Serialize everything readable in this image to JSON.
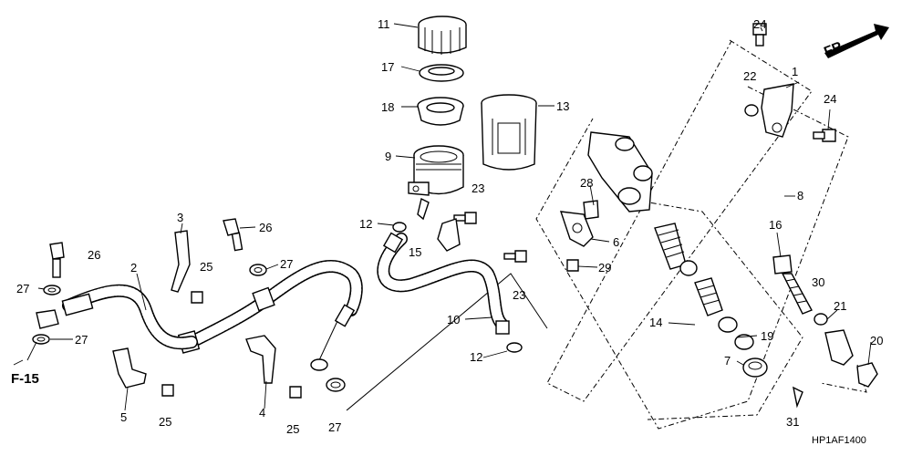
{
  "labels": {
    "p1": "1",
    "p2": "2",
    "p3": "3",
    "p4": "4",
    "p5": "5",
    "p6": "6",
    "p7": "7",
    "p8": "8",
    "p9": "9",
    "p10": "10",
    "p11": "11",
    "p12a": "12",
    "p12b": "12",
    "p13": "13",
    "p14": "14",
    "p15": "15",
    "p16": "16",
    "p17": "17",
    "p18": "18",
    "p19": "19",
    "p20": "20",
    "p21": "21",
    "p22": "22",
    "p23a": "23",
    "p23b": "23",
    "p24a": "24",
    "p24b": "24",
    "p25a": "25",
    "p25b": "25",
    "p25c": "25",
    "p26a": "26",
    "p26b": "26",
    "p27a": "27",
    "p27b": "27",
    "p27c": "27",
    "p27d": "27",
    "p28": "28",
    "p29": "29",
    "p30": "30",
    "p31": "31"
  },
  "ref_label": "F-15",
  "direction_label": "FR.",
  "diagram_code": "HP1AF1400"
}
